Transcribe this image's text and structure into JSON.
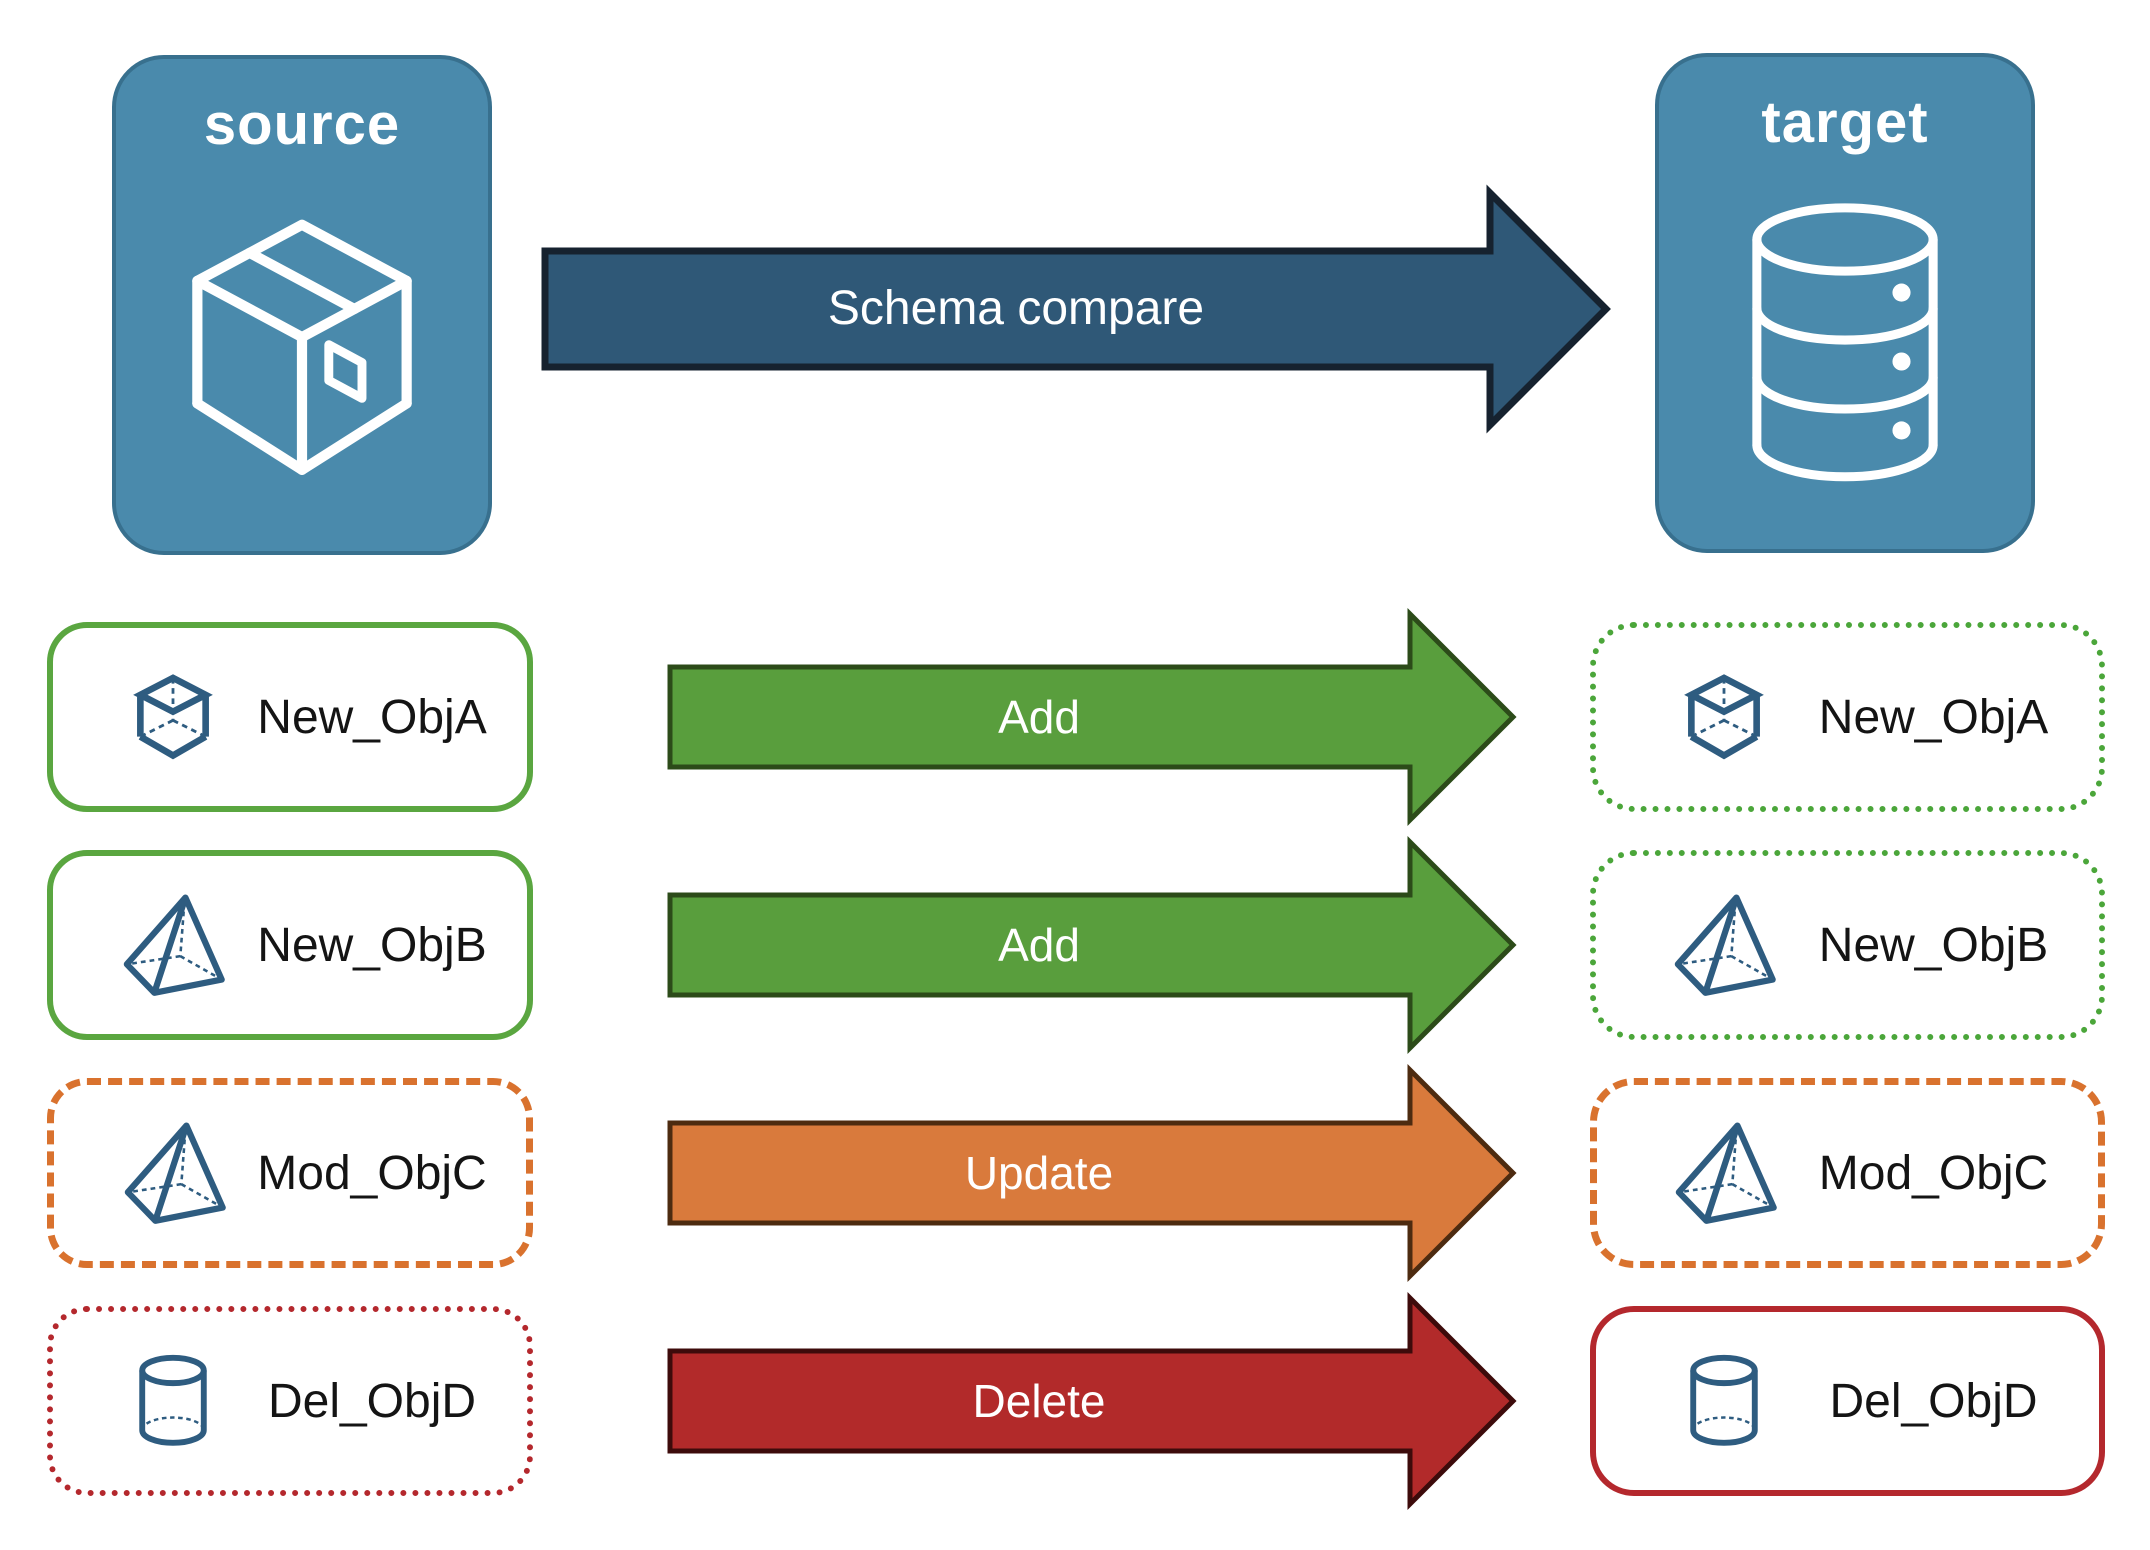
{
  "source_node": {
    "title": "source",
    "icon": "package-icon"
  },
  "target_node": {
    "title": "target",
    "icon": "database-icon"
  },
  "compare_arrow": {
    "label": "Schema compare"
  },
  "rows": [
    {
      "object": "New_ObjA",
      "icon": "cube-icon",
      "action": "Add",
      "source_box_style": "green-solid",
      "target_box_style": "green-dotted"
    },
    {
      "object": "New_ObjB",
      "icon": "pyramid-icon",
      "action": "Add",
      "source_box_style": "green-solid",
      "target_box_style": "green-dotted"
    },
    {
      "object": "Mod_ObjC",
      "icon": "pyramid-icon",
      "action": "Update",
      "source_box_style": "orange-dashed",
      "target_box_style": "orange-dashed"
    },
    {
      "object": "Del_ObjD",
      "icon": "cylinder-icon",
      "action": "Delete",
      "source_box_style": "red-dotted",
      "target_box_style": "red-solid"
    }
  ],
  "colors": {
    "node_fill": "#4A8AAC",
    "node_border": "#38708E",
    "compare_arrow_fill": "#2F5877",
    "compare_arrow_border": "#16222F",
    "add_arrow_fill": "#599E3D",
    "add_arrow_border": "#2C4B19",
    "update_arrow_fill": "#D97A3C",
    "update_arrow_border": "#4D2B10",
    "delete_arrow_fill": "#B22A2A",
    "delete_arrow_border": "#3D0B0B",
    "green_solid_border": "#5AA640",
    "green_dotted_border": "#4BA63A",
    "orange_dashed_border": "#D9722E",
    "red_border": "#B4282D",
    "object_icon_color": "#2E5C80",
    "label_text": "#141414",
    "arrow_text": "#FFFFFF"
  }
}
